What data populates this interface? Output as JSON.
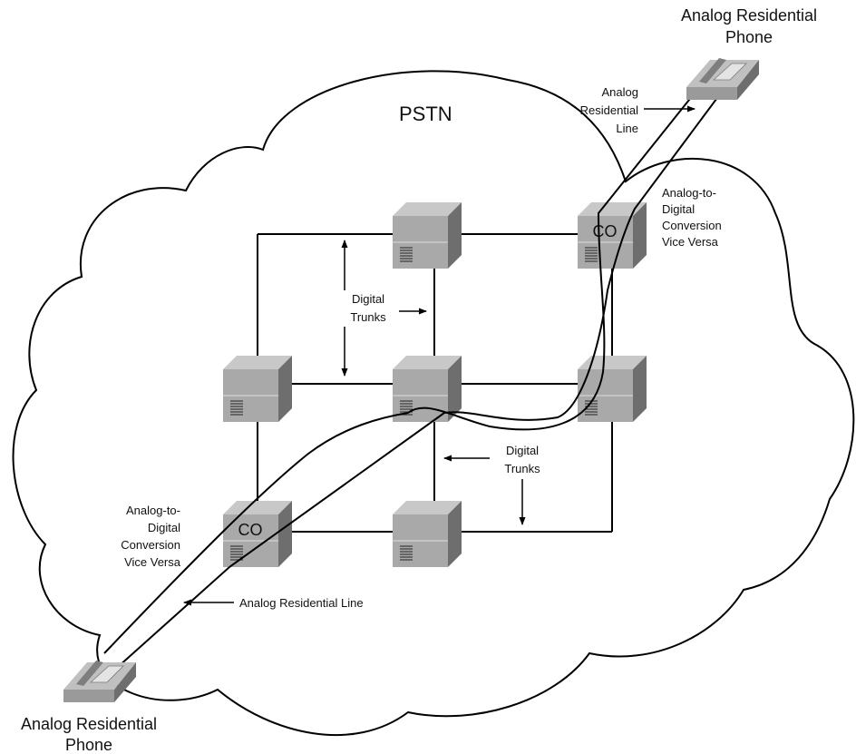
{
  "cloud_label": "PSTN",
  "phone_top": {
    "label_line1": "Analog Residential",
    "label_line2": "Phone"
  },
  "phone_bottom": {
    "label_line1": "Analog Residential",
    "label_line2": "Phone"
  },
  "switch_co_label": "CO",
  "top_line_label": [
    "Analog",
    "Residential",
    "Line"
  ],
  "bottom_line_label": "Analog Residential Line",
  "conversion_right": [
    "Analog-to-",
    "Digital",
    "Conversion",
    "Vice Versa"
  ],
  "conversion_left": [
    "Analog-to-",
    "Digital",
    "Conversion",
    "Vice Versa"
  ],
  "trunks_upper": [
    "Digital",
    "Trunks"
  ],
  "trunks_lower": [
    "Digital",
    "Trunks"
  ],
  "colors": {
    "line": "#000000",
    "switch_front": "#a9a9a9",
    "switch_top": "#c8c8c8",
    "switch_side": "#6e6e6e"
  }
}
